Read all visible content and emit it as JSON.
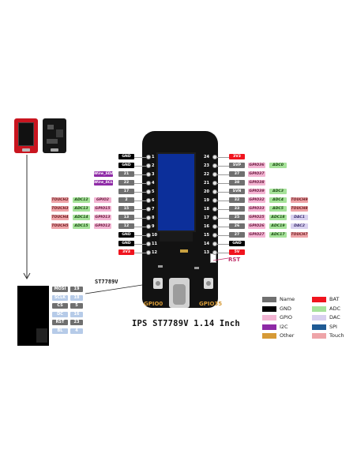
{
  "colors": {
    "name": "#707070",
    "gnd": "#000000",
    "gpio": "#f2b4d2",
    "i2c": "#8e2aa6",
    "other": "#d69a36",
    "bat": "#f0141e",
    "adc": "#a6e29a",
    "dac": "#d8d0ef",
    "spi": "#1f5a94",
    "touch": "#eea4a8"
  },
  "left_pins": [
    {
      "num": "1",
      "label": "GND",
      "kind": "black",
      "extra": []
    },
    {
      "num": "2",
      "label": "GND",
      "kind": "black",
      "extra": []
    },
    {
      "num": "3",
      "label": "21",
      "kind": "gray",
      "extra": [
        {
          "t": "Wire_SDA",
          "k": "purple"
        }
      ]
    },
    {
      "num": "4",
      "label": "22",
      "kind": "gray",
      "extra": [
        {
          "t": "Wire_SCL",
          "k": "purple"
        }
      ]
    },
    {
      "num": "5",
      "label": "17",
      "kind": "gray",
      "extra": []
    },
    {
      "num": "6",
      "label": "2",
      "kind": "gray",
      "extra": [
        {
          "t": "TOUCH2",
          "k": "touch"
        },
        {
          "t": "ADC12",
          "k": "green"
        },
        {
          "t": "GPIO2",
          "k": "pink"
        }
      ]
    },
    {
      "num": "7",
      "label": "15",
      "kind": "gray",
      "extra": [
        {
          "t": "TOUCH3",
          "k": "touch"
        },
        {
          "t": "ADC13",
          "k": "green"
        },
        {
          "t": "GPIO15",
          "k": "pink"
        }
      ]
    },
    {
      "num": "8",
      "label": "13",
      "kind": "gray",
      "extra": [
        {
          "t": "TOUCH4",
          "k": "touch"
        },
        {
          "t": "ADC14",
          "k": "green"
        },
        {
          "t": "GPIO13",
          "k": "pink"
        }
      ]
    },
    {
      "num": "9",
      "label": "12",
      "kind": "gray",
      "extra": [
        {
          "t": "TOUCH5",
          "k": "touch"
        },
        {
          "t": "ADC15",
          "k": "green"
        },
        {
          "t": "GPIO12",
          "k": "pink"
        }
      ]
    },
    {
      "num": "10",
      "label": "GND",
      "kind": "black",
      "extra": []
    },
    {
      "num": "11",
      "label": "GND",
      "kind": "black",
      "extra": []
    },
    {
      "num": "12",
      "label": "3V3",
      "kind": "red",
      "extra": []
    }
  ],
  "right_pins": [
    {
      "num": "24",
      "label": "3V3",
      "kind": "red",
      "extra": []
    },
    {
      "num": "23",
      "label": "SVP",
      "kind": "gray",
      "extra": [
        {
          "t": "GPIO36",
          "k": "pink"
        },
        {
          "t": "ADC0",
          "k": "green"
        }
      ]
    },
    {
      "num": "22",
      "label": "37",
      "kind": "gray",
      "extra": [
        {
          "t": "GPIO37",
          "k": "pink"
        }
      ]
    },
    {
      "num": "21",
      "label": "38",
      "kind": "gray",
      "extra": [
        {
          "t": "GPIO38",
          "k": "pink"
        }
      ]
    },
    {
      "num": "20",
      "label": "SVN",
      "kind": "gray",
      "extra": [
        {
          "t": "GPIO39",
          "k": "pink"
        },
        {
          "t": "ADC3",
          "k": "green"
        }
      ]
    },
    {
      "num": "19",
      "label": "32",
      "kind": "gray",
      "extra": [
        {
          "t": "GPIO32",
          "k": "pink"
        },
        {
          "t": "ADC4",
          "k": "green"
        },
        {
          "t": "TOUCH9",
          "k": "touch"
        }
      ]
    },
    {
      "num": "18",
      "label": "33",
      "kind": "gray",
      "extra": [
        {
          "t": "GPIO33",
          "k": "pink"
        },
        {
          "t": "ADC5",
          "k": "green"
        },
        {
          "t": "TOUCH8",
          "k": "touch"
        }
      ]
    },
    {
      "num": "17",
      "label": "25",
      "kind": "gray",
      "extra": [
        {
          "t": "GPIO25",
          "k": "pink"
        },
        {
          "t": "ADC18",
          "k": "green"
        },
        {
          "t": "DAC1",
          "k": "dac"
        }
      ]
    },
    {
      "num": "16",
      "label": "26",
      "kind": "gray",
      "extra": [
        {
          "t": "GPIO26",
          "k": "pink"
        },
        {
          "t": "ADC19",
          "k": "green"
        },
        {
          "t": "DAC2",
          "k": "dac"
        }
      ]
    },
    {
      "num": "15",
      "label": "27",
      "kind": "gray",
      "extra": [
        {
          "t": "GPIO27",
          "k": "pink"
        },
        {
          "t": "ADC17",
          "k": "green"
        },
        {
          "t": "TOUCH7",
          "k": "touch"
        }
      ]
    },
    {
      "num": "14",
      "label": "GND",
      "kind": "black",
      "extra": []
    },
    {
      "num": "13",
      "label": "5V",
      "kind": "red",
      "extra": []
    }
  ],
  "board": {
    "rst_label": "RST",
    "gpio0_label": "GPIO0",
    "gpio35_label": "GPIO35"
  },
  "display": {
    "driver_label": "ST7789V",
    "title": "IPS ST7789V 1.14 Inch",
    "pins": [
      {
        "name": "MOSI",
        "num": "19",
        "kind": "dark"
      },
      {
        "name": "SCLK",
        "num": "18",
        "kind": "spi"
      },
      {
        "name": "CS",
        "num": "5",
        "kind": "dark"
      },
      {
        "name": "DC",
        "num": "16",
        "kind": "spi"
      },
      {
        "name": "RST",
        "num": "23",
        "kind": "dark"
      },
      {
        "name": "BL",
        "num": "4",
        "kind": "spi"
      }
    ]
  },
  "legend": [
    {
      "label": "Name",
      "color": "#707070",
      "col": 0
    },
    {
      "label": "GND",
      "color": "#000000",
      "col": 0
    },
    {
      "label": "GPIO",
      "color": "#f2b4d2",
      "col": 0
    },
    {
      "label": "I2C",
      "color": "#8e2aa6",
      "col": 0
    },
    {
      "label": "Other",
      "color": "#d69a36",
      "col": 0
    },
    {
      "label": "BAT",
      "color": "#f0141e",
      "col": 1
    },
    {
      "label": "ADC",
      "color": "#a6e29a",
      "col": 1
    },
    {
      "label": "DAC",
      "color": "#d8d0ef",
      "col": 1
    },
    {
      "label": "SPI",
      "color": "#1f5a94",
      "col": 1
    },
    {
      "label": "Touch",
      "color": "#eea4a8",
      "col": 1
    }
  ]
}
